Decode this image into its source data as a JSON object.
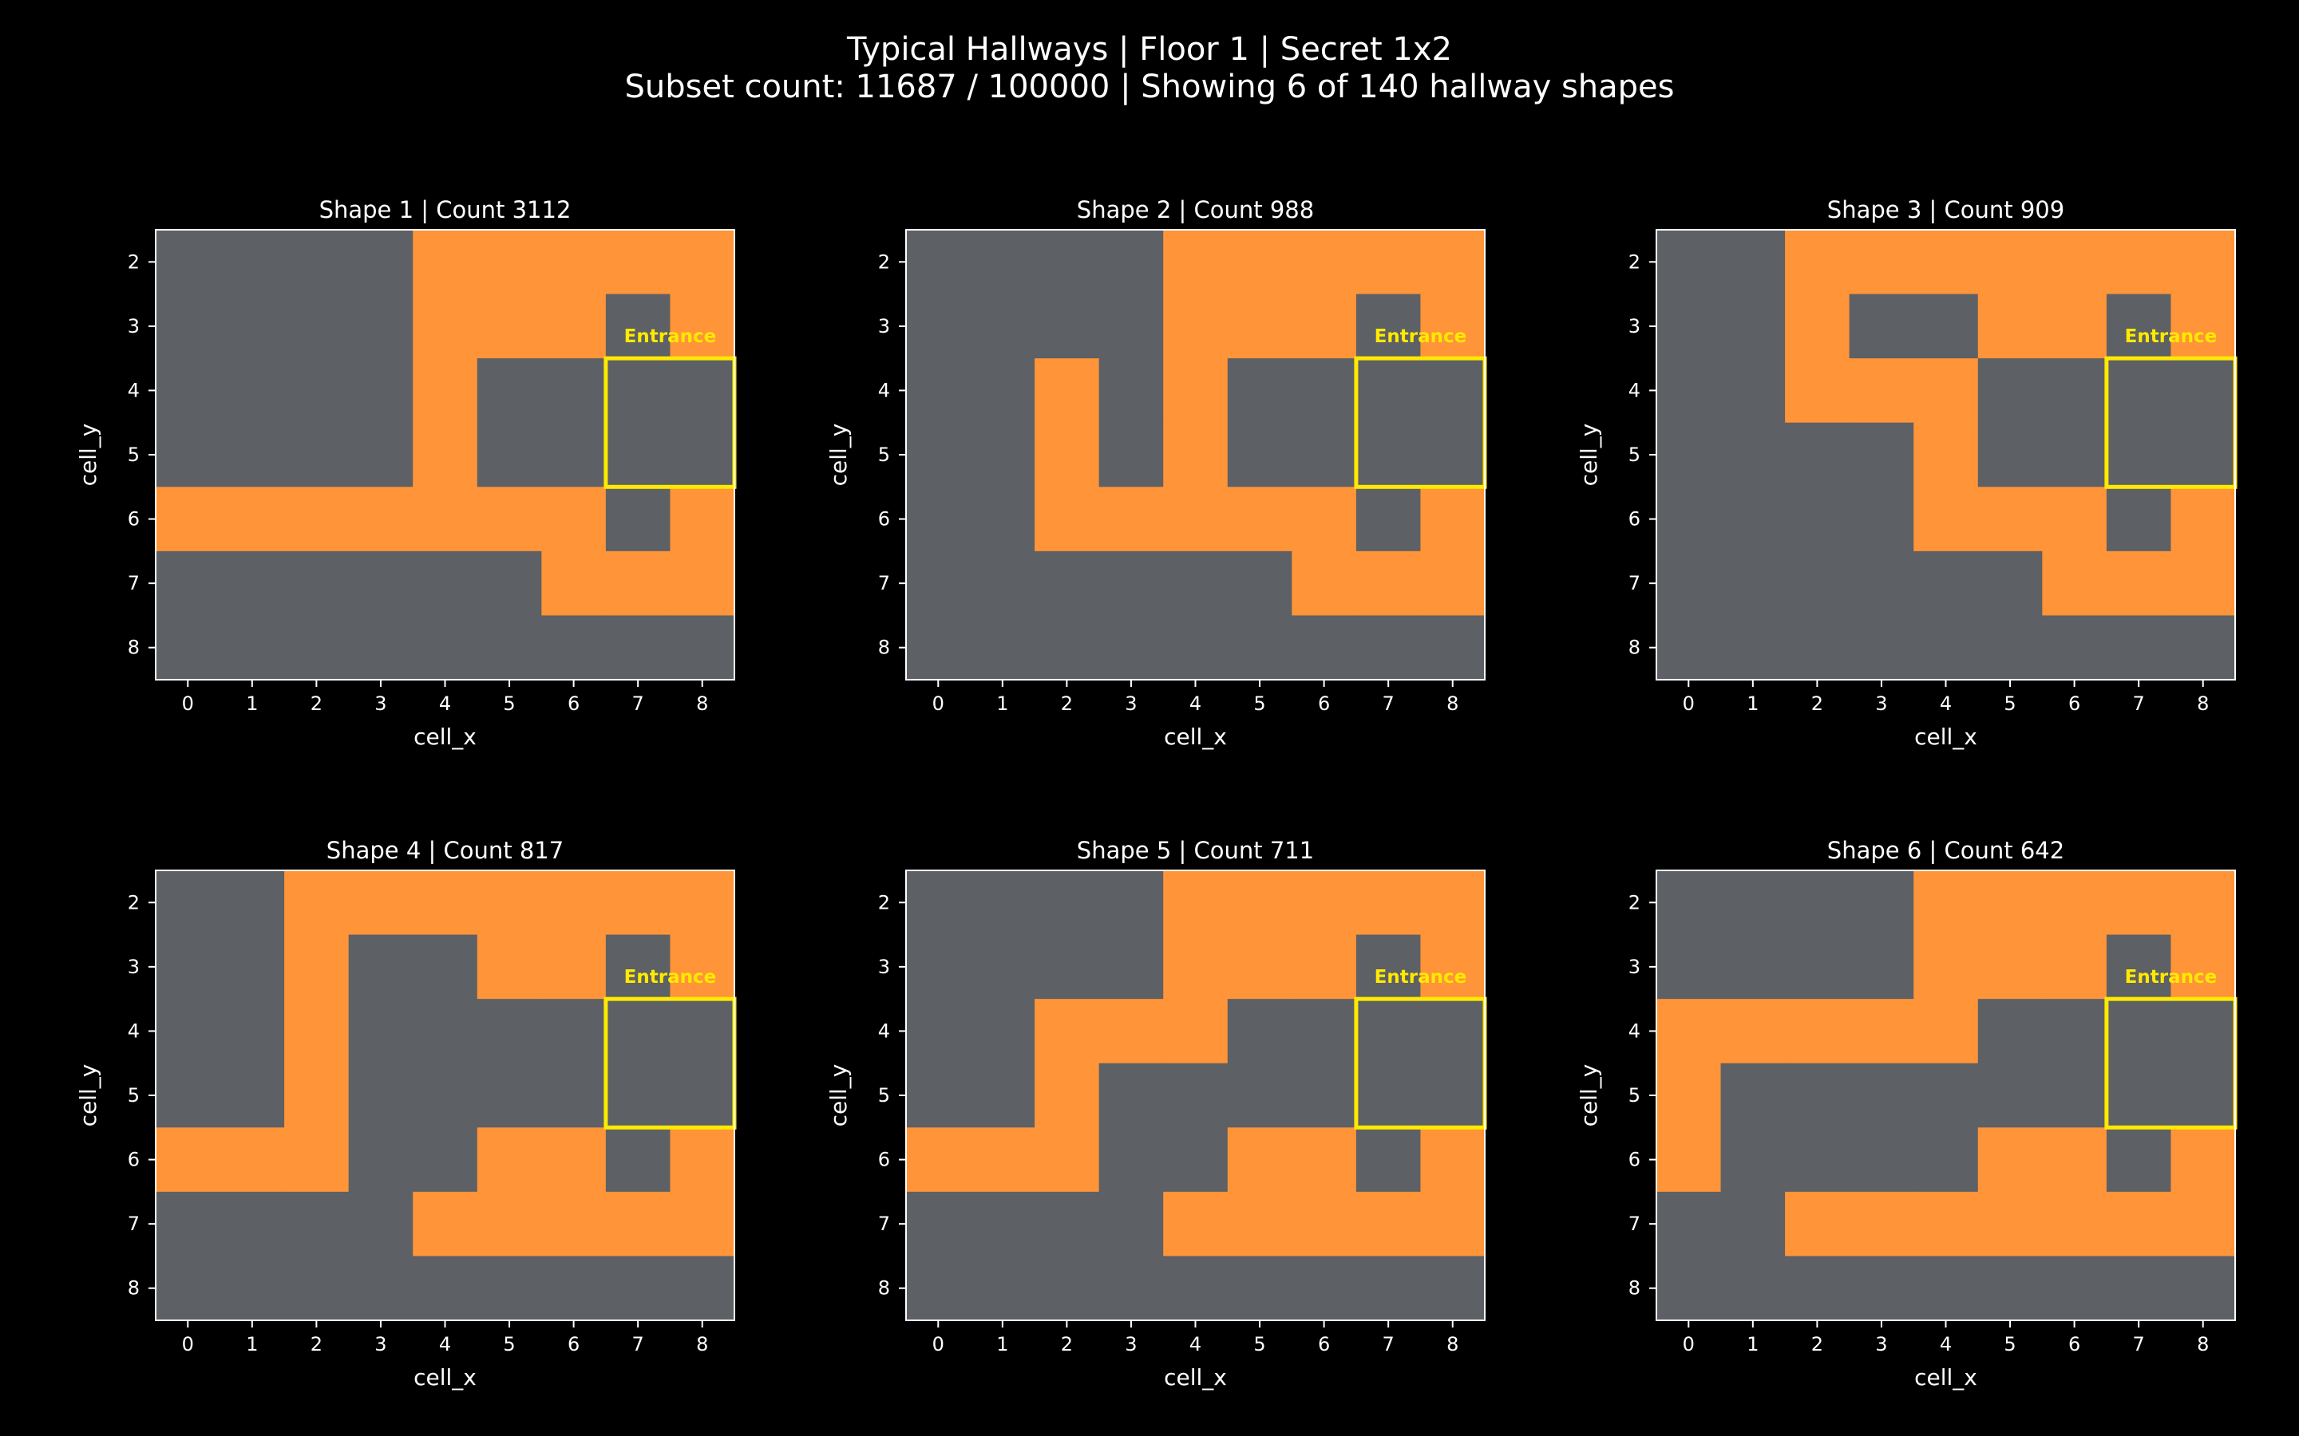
{
  "figure": {
    "title_line1": "Typical Hallways | Floor 1 | Secret 1x2",
    "title_line2": "Subset count: 11687 / 100000 | Showing 6 of 140 hallway shapes",
    "background": "#000000"
  },
  "chart_data": {
    "type": "heatmap",
    "xlabel": "cell_x",
    "ylabel": "cell_y",
    "x_ticks": [
      0,
      1,
      2,
      3,
      4,
      5,
      6,
      7,
      8
    ],
    "y_ticks": [
      2,
      3,
      4,
      5,
      6,
      7,
      8
    ],
    "xlim": [
      -0.5,
      8.5
    ],
    "ylim": [
      8.5,
      1.5
    ],
    "colors": {
      "hallway": "#ff9438",
      "wall": "#5d6065",
      "entrance": "#ffea00",
      "text": "#ffffff"
    },
    "legend": "none",
    "entrance": {
      "label": "Entrance",
      "x": [
        7,
        8
      ],
      "y": [
        4,
        5
      ]
    },
    "panels": [
      {
        "title": "Shape 1 | Count 3112",
        "rows": [
          [
            2,
            [
              0,
              0,
              0,
              0,
              1,
              1,
              1,
              1,
              1
            ]
          ],
          [
            3,
            [
              0,
              0,
              0,
              0,
              1,
              1,
              1,
              0,
              1
            ]
          ],
          [
            4,
            [
              0,
              0,
              0,
              0,
              1,
              0,
              0,
              0,
              0
            ]
          ],
          [
            5,
            [
              0,
              0,
              0,
              0,
              1,
              0,
              0,
              0,
              0
            ]
          ],
          [
            6,
            [
              1,
              1,
              1,
              1,
              1,
              1,
              1,
              0,
              1
            ]
          ],
          [
            7,
            [
              0,
              0,
              0,
              0,
              0,
              0,
              1,
              1,
              1
            ]
          ],
          [
            8,
            [
              0,
              0,
              0,
              0,
              0,
              0,
              0,
              0,
              0
            ]
          ]
        ]
      },
      {
        "title": "Shape 2 | Count 988",
        "rows": [
          [
            2,
            [
              0,
              0,
              0,
              0,
              1,
              1,
              1,
              1,
              1
            ]
          ],
          [
            3,
            [
              0,
              0,
              0,
              0,
              1,
              1,
              1,
              0,
              1
            ]
          ],
          [
            4,
            [
              0,
              0,
              1,
              0,
              1,
              0,
              0,
              0,
              0
            ]
          ],
          [
            5,
            [
              0,
              0,
              1,
              0,
              1,
              0,
              0,
              0,
              0
            ]
          ],
          [
            6,
            [
              0,
              0,
              1,
              1,
              1,
              1,
              1,
              0,
              1
            ]
          ],
          [
            7,
            [
              0,
              0,
              0,
              0,
              0,
              0,
              1,
              1,
              1
            ]
          ],
          [
            8,
            [
              0,
              0,
              0,
              0,
              0,
              0,
              0,
              0,
              0
            ]
          ]
        ]
      },
      {
        "title": "Shape 3 | Count 909",
        "rows": [
          [
            2,
            [
              0,
              0,
              1,
              1,
              1,
              1,
              1,
              1,
              1
            ]
          ],
          [
            3,
            [
              0,
              0,
              1,
              0,
              0,
              1,
              1,
              0,
              1
            ]
          ],
          [
            4,
            [
              0,
              0,
              1,
              1,
              1,
              0,
              0,
              0,
              0
            ]
          ],
          [
            5,
            [
              0,
              0,
              0,
              0,
              1,
              0,
              0,
              0,
              0
            ]
          ],
          [
            6,
            [
              0,
              0,
              0,
              0,
              1,
              1,
              1,
              0,
              1
            ]
          ],
          [
            7,
            [
              0,
              0,
              0,
              0,
              0,
              0,
              1,
              1,
              1
            ]
          ],
          [
            8,
            [
              0,
              0,
              0,
              0,
              0,
              0,
              0,
              0,
              0
            ]
          ]
        ]
      },
      {
        "title": "Shape 4 | Count 817",
        "rows": [
          [
            2,
            [
              0,
              0,
              1,
              1,
              1,
              1,
              1,
              1,
              1
            ]
          ],
          [
            3,
            [
              0,
              0,
              1,
              0,
              0,
              1,
              1,
              0,
              1
            ]
          ],
          [
            4,
            [
              0,
              0,
              1,
              0,
              0,
              0,
              0,
              0,
              0
            ]
          ],
          [
            5,
            [
              0,
              0,
              1,
              0,
              0,
              0,
              0,
              0,
              0
            ]
          ],
          [
            6,
            [
              1,
              1,
              1,
              0,
              0,
              1,
              1,
              0,
              1
            ]
          ],
          [
            7,
            [
              0,
              0,
              0,
              0,
              1,
              1,
              1,
              1,
              1
            ]
          ],
          [
            8,
            [
              0,
              0,
              0,
              0,
              0,
              0,
              0,
              0,
              0
            ]
          ]
        ]
      },
      {
        "title": "Shape 5 | Count 711",
        "rows": [
          [
            2,
            [
              0,
              0,
              0,
              0,
              1,
              1,
              1,
              1,
              1
            ]
          ],
          [
            3,
            [
              0,
              0,
              0,
              0,
              1,
              1,
              1,
              0,
              1
            ]
          ],
          [
            4,
            [
              0,
              0,
              1,
              1,
              1,
              0,
              0,
              0,
              0
            ]
          ],
          [
            5,
            [
              0,
              0,
              1,
              0,
              0,
              0,
              0,
              0,
              0
            ]
          ],
          [
            6,
            [
              1,
              1,
              1,
              0,
              0,
              1,
              1,
              0,
              1
            ]
          ],
          [
            7,
            [
              0,
              0,
              0,
              0,
              1,
              1,
              1,
              1,
              1
            ]
          ],
          [
            8,
            [
              0,
              0,
              0,
              0,
              0,
              0,
              0,
              0,
              0
            ]
          ]
        ]
      },
      {
        "title": "Shape 6 | Count 642",
        "rows": [
          [
            2,
            [
              0,
              0,
              0,
              0,
              1,
              1,
              1,
              1,
              1
            ]
          ],
          [
            3,
            [
              0,
              0,
              0,
              0,
              1,
              1,
              1,
              0,
              1
            ]
          ],
          [
            4,
            [
              1,
              1,
              1,
              1,
              1,
              0,
              0,
              0,
              0
            ]
          ],
          [
            5,
            [
              1,
              0,
              0,
              0,
              0,
              0,
              0,
              0,
              0
            ]
          ],
          [
            6,
            [
              1,
              0,
              0,
              0,
              0,
              1,
              1,
              0,
              1
            ]
          ],
          [
            7,
            [
              0,
              0,
              1,
              1,
              1,
              1,
              1,
              1,
              1
            ]
          ],
          [
            8,
            [
              0,
              0,
              0,
              0,
              0,
              0,
              0,
              0,
              0
            ]
          ]
        ]
      }
    ]
  }
}
